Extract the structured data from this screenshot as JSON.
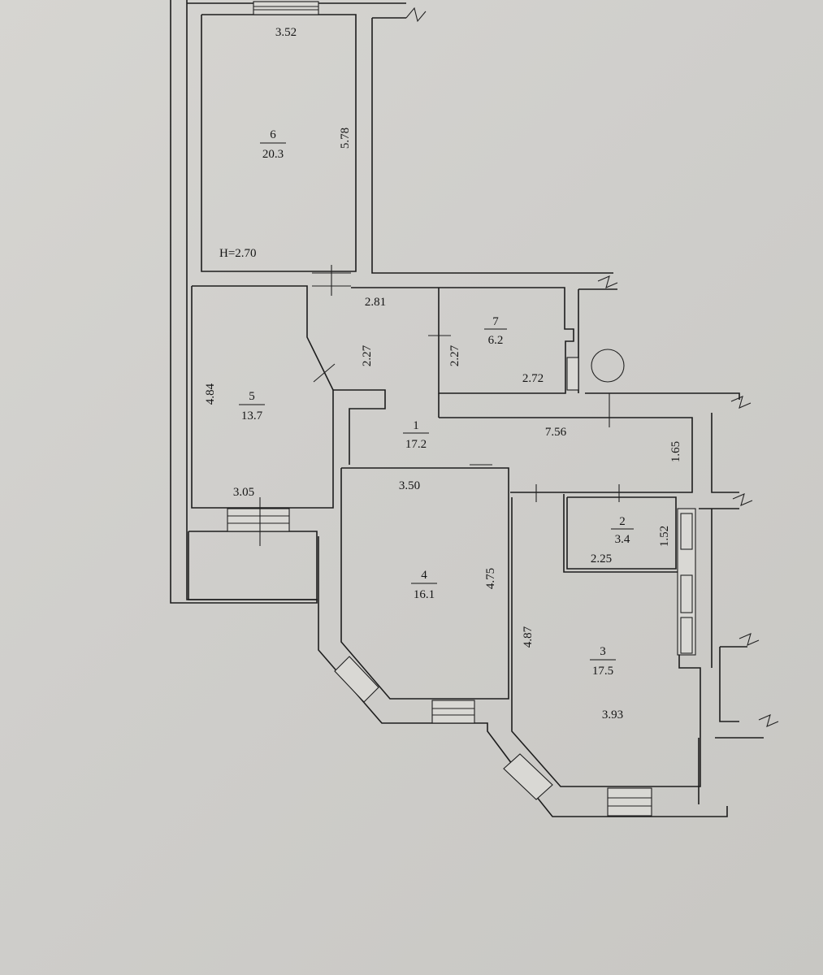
{
  "ceiling_height": "H=2.70",
  "rooms": [
    {
      "number": "6",
      "area": "20.3"
    },
    {
      "number": "5",
      "area": "13.7"
    },
    {
      "number": "7",
      "area": "6.2"
    },
    {
      "number": "1",
      "area": "17.2"
    },
    {
      "number": "4",
      "area": "16.1"
    },
    {
      "number": "2",
      "area": "3.4"
    },
    {
      "number": "3",
      "area": "17.5"
    }
  ],
  "dimensions": {
    "r6_width": "3.52",
    "r6_length": "5.78",
    "r5_height": "4.84",
    "r5_width": "3.05",
    "corridor_width": "2.81",
    "corridor_left_h": "2.27",
    "corridor_right_h": "2.27",
    "r7_width": "2.72",
    "hall_length": "7.56",
    "hall_height": "1.65",
    "r4_width": "3.50",
    "r4_height": "4.75",
    "r2_height": "1.52",
    "r2_width": "2.25",
    "r3_height": "4.87",
    "r3_width": "3.93"
  }
}
